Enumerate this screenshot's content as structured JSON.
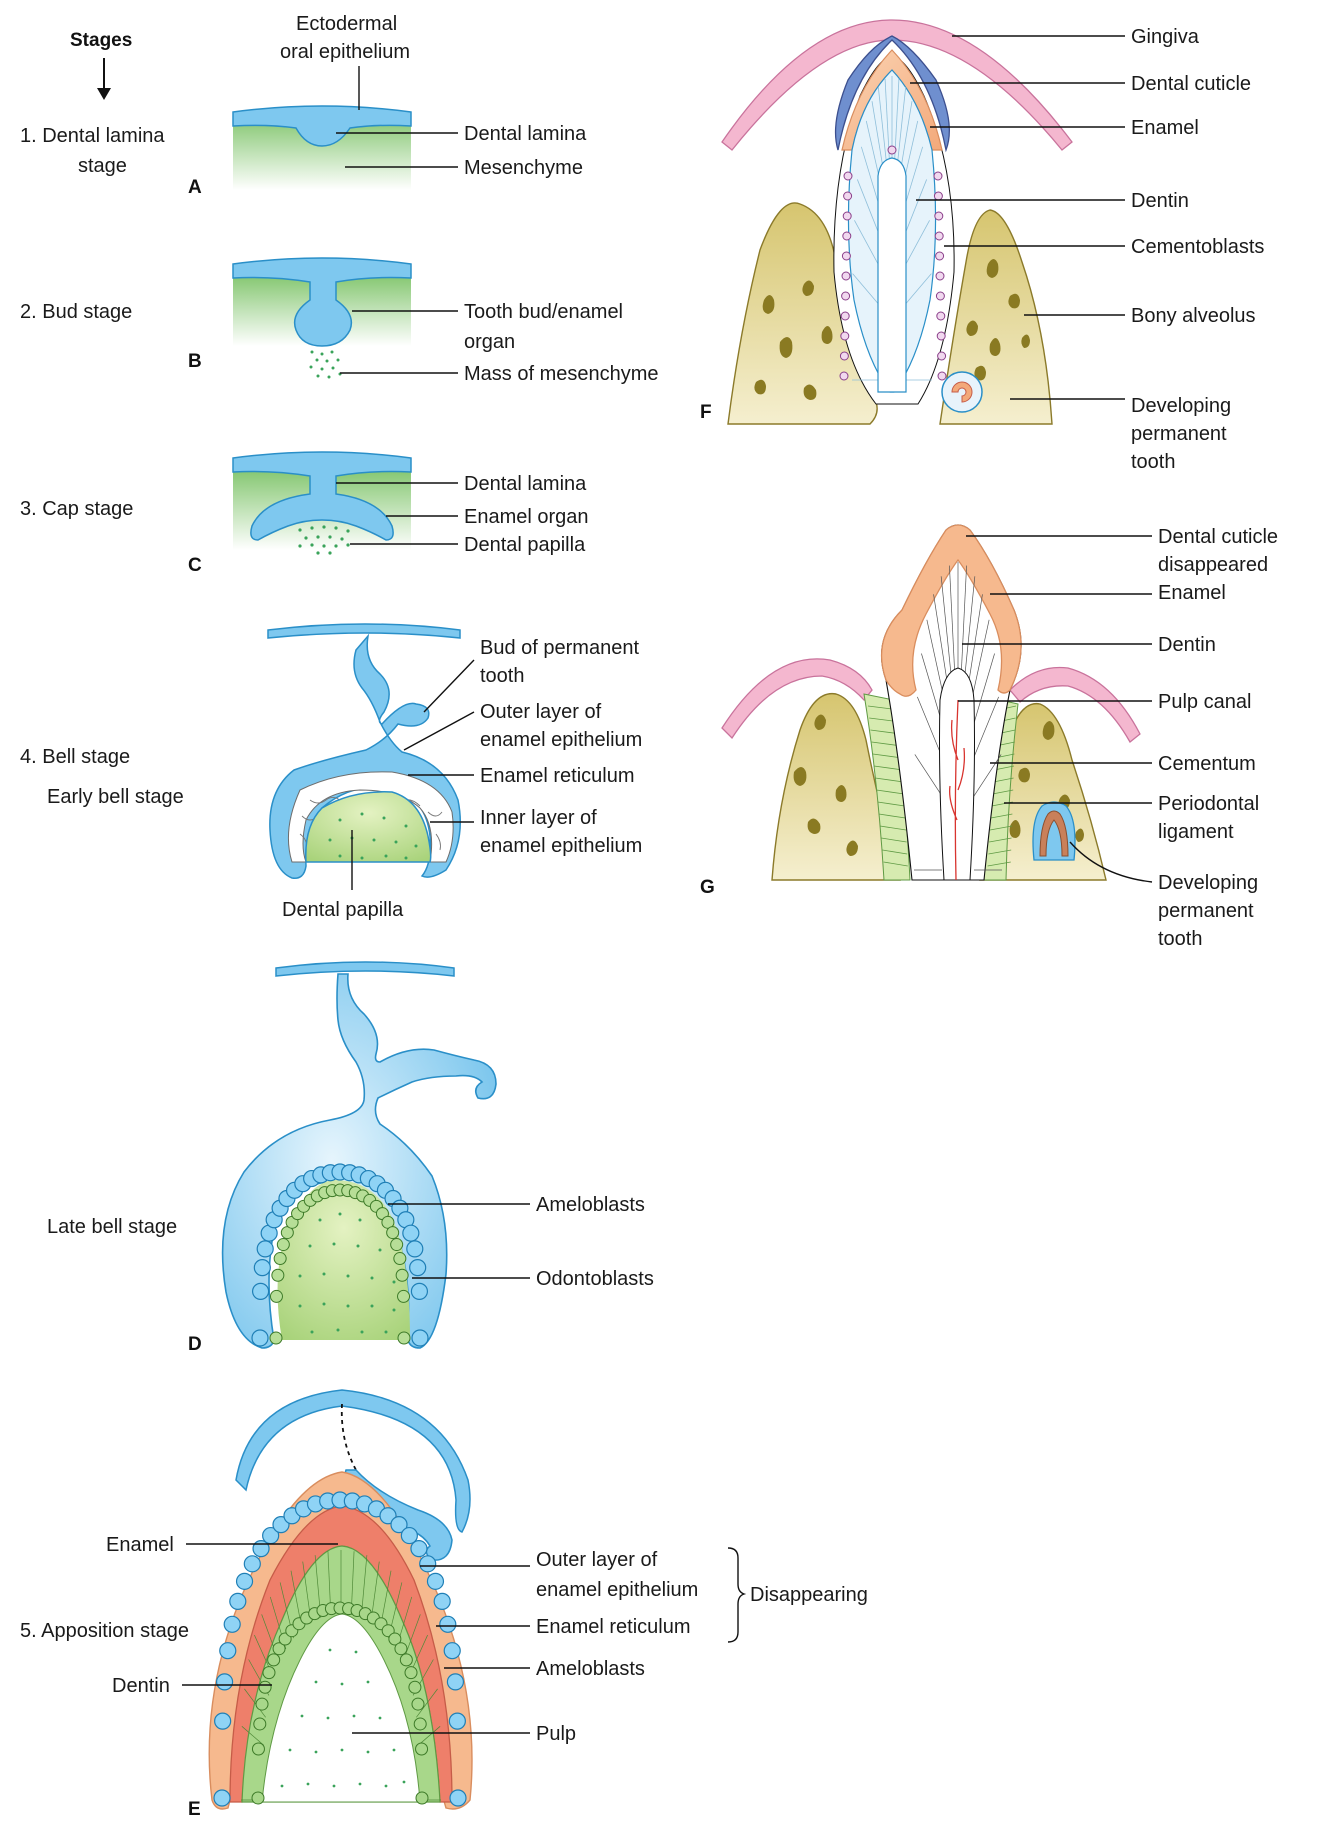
{
  "header": {
    "stages": "Stages"
  },
  "stages": {
    "s1a": "1. Dental lamina",
    "s1b": "stage",
    "s2": "2. Bud stage",
    "s3": "3. Cap stage",
    "s4": "4. Bell stage",
    "s4b": "Early bell stage",
    "s4c": "Late bell stage",
    "s5": "5. Apposition stage"
  },
  "panels": {
    "A": "A",
    "B": "B",
    "C": "C",
    "D": "D",
    "E": "E",
    "F": "F",
    "G": "G"
  },
  "labels_a": {
    "ecto1": "Ectodermal",
    "ecto2": "oral epithelium",
    "dental_lamina": "Dental lamina",
    "mesenchyme": "Mesenchyme"
  },
  "labels_b": {
    "bud1": "Tooth bud/enamel",
    "bud2": "organ",
    "mass": "Mass of mesenchyme"
  },
  "labels_c": {
    "dental_lamina": "Dental lamina",
    "enamel_organ": "Enamel organ",
    "dental_papilla": "Dental papilla"
  },
  "labels_d": {
    "bud_perm1": "Bud of permanent",
    "bud_perm2": "tooth",
    "outer1": "Outer layer of",
    "outer2": "enamel epithelium",
    "reticulum": "Enamel reticulum",
    "inner1": "Inner layer of",
    "inner2": "enamel epithelium",
    "papilla": "Dental papilla",
    "ameloblasts": "Ameloblasts",
    "odontoblasts": "Odontoblasts"
  },
  "labels_e": {
    "enamel": "Enamel",
    "dentin": "Dentin",
    "outer1": "Outer layer of",
    "outer2": "enamel epithelium",
    "reticulum": "Enamel reticulum",
    "disappearing": "Disappearing",
    "ameloblasts": "Ameloblasts",
    "pulp": "Pulp"
  },
  "labels_f": {
    "gingiva": "Gingiva",
    "cuticle": "Dental cuticle",
    "enamel": "Enamel",
    "dentin": "Dentin",
    "cementoblasts": "Cementoblasts",
    "alveolus": "Bony alveolus",
    "dev1": "Developing",
    "dev2": "permanent",
    "dev3": "tooth"
  },
  "labels_g": {
    "cuticle1": "Dental cuticle",
    "cuticle2": "disappeared",
    "enamel": "Enamel",
    "dentin": "Dentin",
    "pulp_canal": "Pulp canal",
    "cementum": "Cementum",
    "pdl1": "Periodontal",
    "pdl2": "ligament",
    "dev1": "Developing",
    "dev2": "permanent",
    "dev3": "tooth"
  },
  "colors": {
    "epithelium": "#7ec8ef",
    "epithelium_stroke": "#2a8fc8",
    "mesenchyme": "#8fcf7a",
    "papilla_dots": "#3aa35a",
    "enamel_peach": "#f6b98e",
    "enamel_red": "#ee7f6a",
    "odontoblast": "#8cc76a",
    "gingiva": "#f2a6c4",
    "bone": "#d9c97e",
    "bone_spots": "#8a7a22",
    "cuticle_purple": "#6f5aa8",
    "pulp_vessel": "#d8342f"
  }
}
